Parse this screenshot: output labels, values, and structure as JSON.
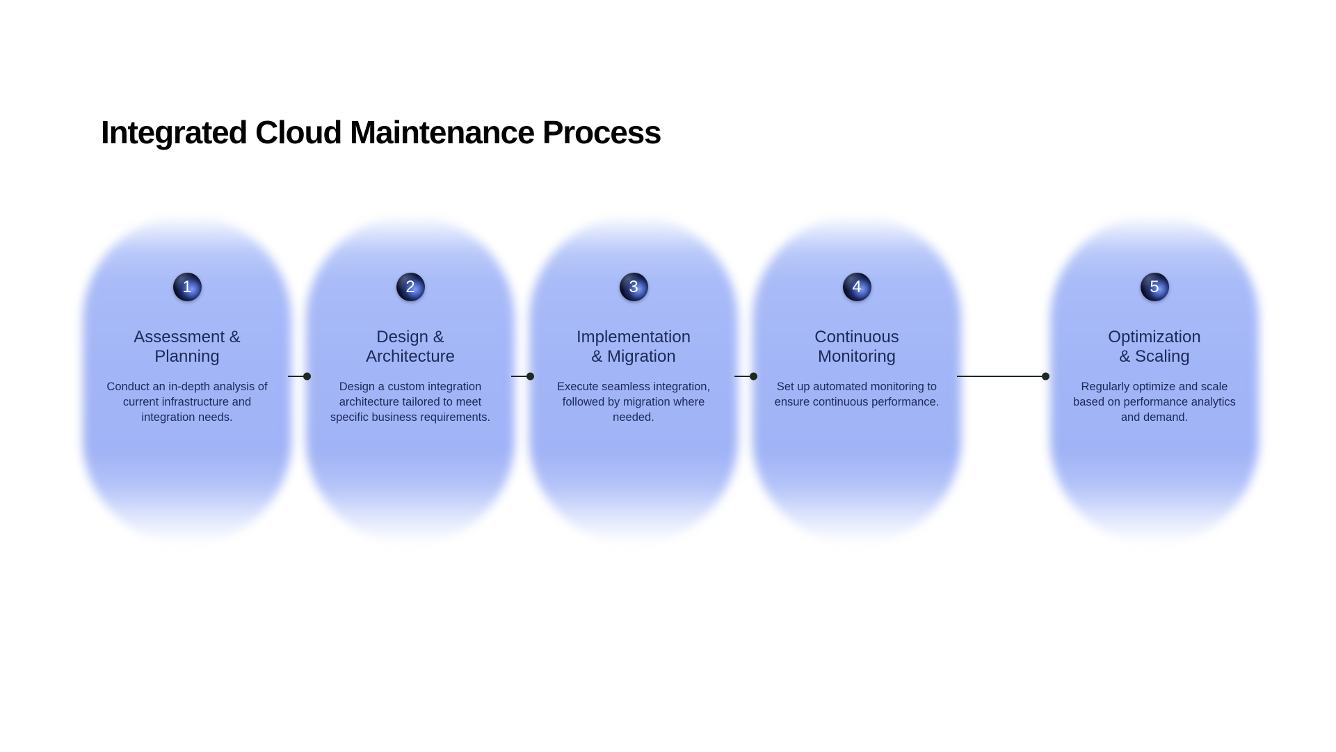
{
  "page": {
    "title": "Integrated Cloud Maintenance Process"
  },
  "colors": {
    "page_bg": "#ffffff",
    "title_color": "#010101",
    "card_fill": "#a2b5f6",
    "card_fill_light": "#b8c7fa",
    "card_text": "#1b2a58",
    "badge_glow": "#7b97ef",
    "badge_dark": "#05070f",
    "badge_number_color": "#ffffff",
    "connector_color": "#1d2a23"
  },
  "steps": [
    {
      "number": "1",
      "title": [
        "Assessment &",
        "Planning"
      ],
      "description": "Conduct an in-depth analysis of current infrastructure and integration needs."
    },
    {
      "number": "2",
      "title": [
        "Design &",
        "Architecture"
      ],
      "description": "Design a custom integration architecture tailored to meet specific business requirements."
    },
    {
      "number": "3",
      "title": [
        "Implementation",
        "& Migration"
      ],
      "description": "Execute seamless integration, followed by migration where needed."
    },
    {
      "number": "4",
      "title": [
        "Continuous",
        "Monitoring"
      ],
      "description": "Set up automated monitoring to ensure continuous performance."
    },
    {
      "number": "5",
      "title": [
        "Optimization",
        "& Scaling"
      ],
      "description": "Regularly optimize and scale based on performance analytics and demand."
    }
  ]
}
